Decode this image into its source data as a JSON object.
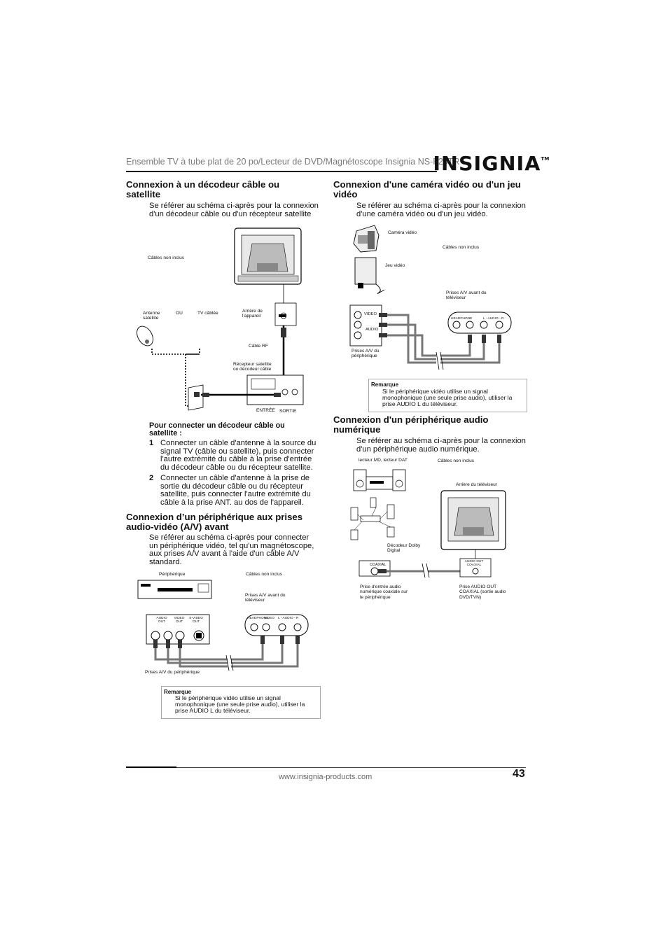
{
  "header": {
    "title": "Ensemble TV à tube plat de 20 po/Lecteur de DVD/Magnétoscope Insignia NS-F20TR",
    "logo": "INSIGNIA",
    "logo_tm": "TM"
  },
  "left": {
    "sec1": {
      "title_l1": "Connexion à un décodeur câble ou",
      "title_l2": "satellite",
      "body_l1": "Se référer au schéma ci-après pour la connexion",
      "body_l2": "d'un décodeur câble ou d'un récepteur satellite",
      "diagram": {
        "cables": "Câbles non inclus",
        "antenne_l1": "Antenne",
        "antenne_l2": "satellite",
        "ou": "OU",
        "tv_cablee": "TV câblée",
        "arriere_l1": "Arrière de",
        "arriere_l2": "l'appareil",
        "cable_rf": "Câble RF",
        "recepteur_l1": "Récepteur satellite",
        "recepteur_l2": "ou décodeur câble",
        "entree": "ENTRÉE",
        "sortie": "SORTIE"
      },
      "proc_title_l1": "Pour connecter un décodeur câble ou",
      "proc_title_l2": "satellite :",
      "steps": [
        {
          "num": "1",
          "l1": "Connecter un câble d'antenne à la source du",
          "l2": "signal TV (câble ou satellite), puis connecter",
          "l3": "l'autre extrémité du câble à la prise d'entrée",
          "l4": "du décodeur câble ou du récepteur satellite."
        },
        {
          "num": "2",
          "l1": "Connecter un câble d'antenne à la prise de",
          "l2": "sortie du décodeur câble ou du récepteur",
          "l3": "satellite, puis connecter l'autre extrémité du",
          "l4": "câble à la prise ANT. au dos de l'appareil."
        }
      ]
    },
    "sec2": {
      "title_l1": "Connexion d’un périphérique aux prises",
      "title_l2": "audio-vidéo (A/V) avant",
      "body_l1": "Se référer au schéma ci-après pour connecter",
      "body_l2": "un périphérique vidéo, tel qu'un magnétoscope,",
      "body_l3": "aux prises A/V avant à l'aide d'un câble A/V",
      "body_l4": "standard.",
      "diagram": {
        "peripherique": "Périphérique",
        "cables": "Câbles non inclus",
        "prises_av_l1": "Prises A/V avant du",
        "prises_av_l2": "téléviseur",
        "audio_out": "AUDIO OUT",
        "video_out": "VIDEO OUT",
        "svideo_out": "S-VIDEO OUT",
        "prises_periph": "Prises A/V du périphérique",
        "headphone": "HEADPHONE",
        "video": "VIDEO",
        "audio_lr": "L - AUDIO - R"
      },
      "note_title": "Remarque",
      "note_l1": "Si le périphérique vidéo utilise un signal",
      "note_l2": "monophonique (une seule prise audio), utiliser la",
      "note_l3": "prise AUDIO L du téléviseur."
    }
  },
  "right": {
    "sec1": {
      "title_l1": "Connexion d'une caméra vidéo ou d'un jeu",
      "title_l2": "vidéo",
      "body_l1": "Se référer au schéma ci-après pour la connexion",
      "body_l2": "d'une caméra vidéo ou d'un jeu vidéo.",
      "diagram": {
        "camera": "Caméra vidéo",
        "cables": "Câbles non inclus",
        "jeu": "Jeu vidéo",
        "prises_av_l1": "Prises A/V avant du",
        "prises_av_l2": "téléviseur",
        "prises_periph_l1": "Prises A/V du",
        "prises_periph_l2": "périphérique",
        "video": "VIDEO",
        "audio": "AUDIO",
        "headphone": "HEADPHONE",
        "audio_lr": "L - AUDIO - R"
      },
      "note_title": "Remarque",
      "note_l1": "Si le périphérique vidéo utilise un signal",
      "note_l2": "monophonique (une seule prise audio), utiliser la",
      "note_l3": "prise AUDIO L du téléviseur."
    },
    "sec2": {
      "title_l1": "Connexion d'un périphérique audio",
      "title_l2": "numérique",
      "body_l1": "Se référer au schéma ci-après pour la connexion",
      "body_l2": "d'un périphérique audio numérique.",
      "diagram": {
        "lecteur": "lecteur MD, lecteur DAT",
        "cables": "Câbles non inclus",
        "arriere": "Arrière du téléviseur",
        "decodeur_l1": "Décodeur Dolby",
        "decodeur_l2": "Digital",
        "coaxial": "COAXIAL",
        "audio_out_l1": "AUDIO OUT",
        "audio_out_l2": "COAXIAL",
        "prise_entree_l1": "Prise d'entrée audio",
        "prise_entree_l2": "numérique coaxiale sur",
        "prise_entree_l3": "le périphérique",
        "prise_out_l1": "Prise AUDIO OUT",
        "prise_out_l2": "COAXIAL (sortie audio",
        "prise_out_l3": "DVD/TVN)"
      }
    }
  },
  "footer": {
    "url": "www.insignia-products.com",
    "page": "43"
  }
}
